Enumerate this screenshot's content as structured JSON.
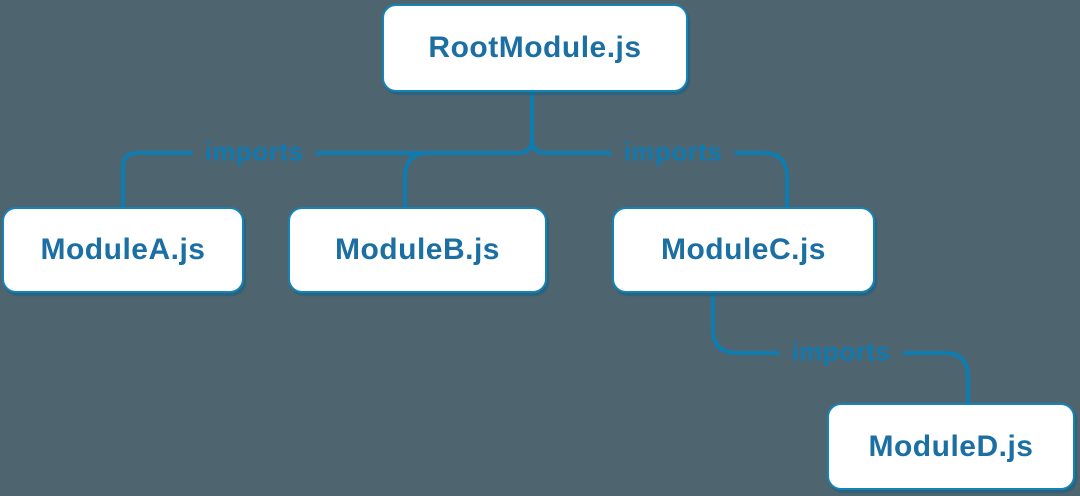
{
  "diagram": {
    "nodes": [
      {
        "id": "root",
        "label": "RootModule.js"
      },
      {
        "id": "moduleA",
        "label": "ModuleA.js"
      },
      {
        "id": "moduleB",
        "label": "ModuleB.js"
      },
      {
        "id": "moduleC",
        "label": "ModuleC.js"
      },
      {
        "id": "moduleD",
        "label": "ModuleD.js"
      }
    ],
    "edges": [
      {
        "from": "RootModule.js",
        "to": "ModuleA.js",
        "label": "imports"
      },
      {
        "from": "RootModule.js",
        "to": "ModuleB.js",
        "label": ""
      },
      {
        "from": "RootModule.js",
        "to": "ModuleC.js",
        "label": "imports"
      },
      {
        "from": "ModuleC.js",
        "to": "ModuleD.js",
        "label": "imports"
      }
    ]
  },
  "colors": {
    "background": "#4e6570",
    "edge": "#0e7caf",
    "node_border": "#1583b5",
    "node_background": "#ffffff",
    "node_text": "#1b6fa3",
    "edge_label_text": "#1079b0"
  }
}
